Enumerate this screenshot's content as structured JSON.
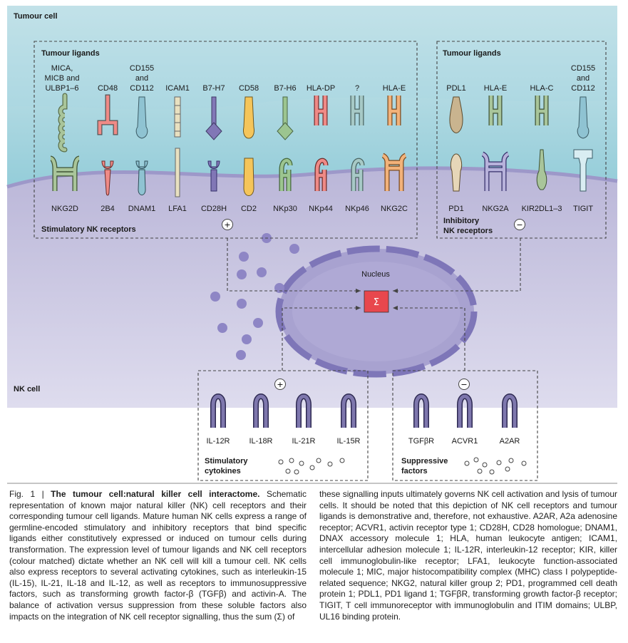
{
  "cells": {
    "tumour": "Tumour cell",
    "nk": "NK cell",
    "nucleus": "Nucleus",
    "sum": "Σ"
  },
  "boxes": {
    "stim_ligands": "Tumour ligands",
    "inh_ligands": "Tumour ligands",
    "stim_receptors": "Stimulatory NK receptors",
    "inh_receptors_1": "Inhibitory",
    "inh_receptors_2": "NK receptors",
    "stim_cytokines_1": "Stimulatory",
    "stim_cytokines_2": "cytokines",
    "suppressive_1": "Suppressive",
    "suppressive_2": "factors"
  },
  "signs": {
    "plus": "+",
    "minus": "−"
  },
  "stim_ligands": [
    {
      "lines": [
        "MICA,",
        "MICB and",
        "ULBP1–6"
      ],
      "color": "#a9c59a"
    },
    {
      "lines": [
        "CD48"
      ],
      "color": "#ef8a86"
    },
    {
      "lines": [
        "CD155",
        "and",
        "CD112"
      ],
      "color": "#8fc3d2"
    },
    {
      "lines": [
        "ICAM1"
      ],
      "color": "#e8e0c0"
    },
    {
      "lines": [
        "B7-H7"
      ],
      "color": "#8177b6"
    },
    {
      "lines": [
        "CD58"
      ],
      "color": "#f5c55a"
    },
    {
      "lines": [
        "B7-H6"
      ],
      "color": "#9cc590"
    },
    {
      "lines": [
        "HLA-DP"
      ],
      "color": "#ef8a86"
    },
    {
      "lines": [
        "?"
      ],
      "color": "#a7c9c6"
    },
    {
      "lines": [
        "HLA-E"
      ],
      "color": "#f2b27a"
    }
  ],
  "stim_receptors": [
    "NKG2D",
    "2B4",
    "DNAM1",
    "LFA1",
    "CD28H",
    "CD2",
    "NKp30",
    "NKp44",
    "NKp46",
    "NKG2C"
  ],
  "inh_ligands": [
    {
      "lines": [
        "PDL1"
      ],
      "color": "#c9b48f"
    },
    {
      "lines": [
        "HLA-E"
      ],
      "color": "#a9c59a"
    },
    {
      "lines": [
        "HLA-C"
      ],
      "color": "#a9c59a"
    },
    {
      "lines": [
        "CD155",
        "and",
        "CD112"
      ],
      "color": "#8fc3d2"
    }
  ],
  "inh_receptors": [
    "PD1",
    "NKG2A",
    "KIR2DL1–3",
    "TIGIT"
  ],
  "stim_cytokine_receptors": [
    "IL-12R",
    "IL-18R",
    "IL-21R",
    "IL-15R"
  ],
  "suppressive_receptors": [
    "TGFβR",
    "ACVR1",
    "A2AR"
  ],
  "caption": {
    "label": "Fig. 1 |",
    "title": "The tumour cell:natural killer cell interactome.",
    "left": "Schematic representation of known major natural killer (NK) cell receptors and their corresponding tumour cell ligands. Mature human NK cells express a range of germline-encoded stimulatory and inhibitory receptors that bind specific ligands either constitutively expressed or induced on tumour cells during transformation. The expression level of tumour ligands and NK cell receptors (colour matched) dictate whether an NK cell will kill a tumour cell. NK cells also express receptors to several activating cytokines, such as interleukin-15 (IL-15), IL-21, IL-18 and IL-12, as well as receptors to immunosuppressive factors, such as transforming growth factor-β (TGFβ) and activin-A. The balance of activation versus suppression from these soluble factors also impacts on the integration of NK cell receptor signalling, thus the sum (Σ) of",
    "right": "these signalling inputs ultimately governs NK cell activation and lysis of tumour cells. It should be noted that this depiction of NK cell receptors and tumour ligands is demonstrative and, therefore, not exhaustive. A2AR, A2a adenosine receptor; ACVR1, activin receptor type 1; CD28H, CD28 homologue; DNAM1, DNAX accessory molecule 1; HLA, human leukocyte antigen; ICAM1, intercellular adhesion molecule 1; IL-12R, interleukin-12 receptor; KIR, killer cell immunoglobulin-like receptor; LFA1, leukocyte function-associated molecule 1; MIC, major histocompatibility complex (MHC) class I polypeptide-related sequence; NKG2, natural killer group 2; PD1, programmed cell death protein 1; PDL1, PD1 ligand 1; TGFβR, transforming growth factor-β receptor; TIGIT, T cell immunoreceptor with immunoglobulin and ITIM domains; ULBP, UL16 binding protein."
  }
}
